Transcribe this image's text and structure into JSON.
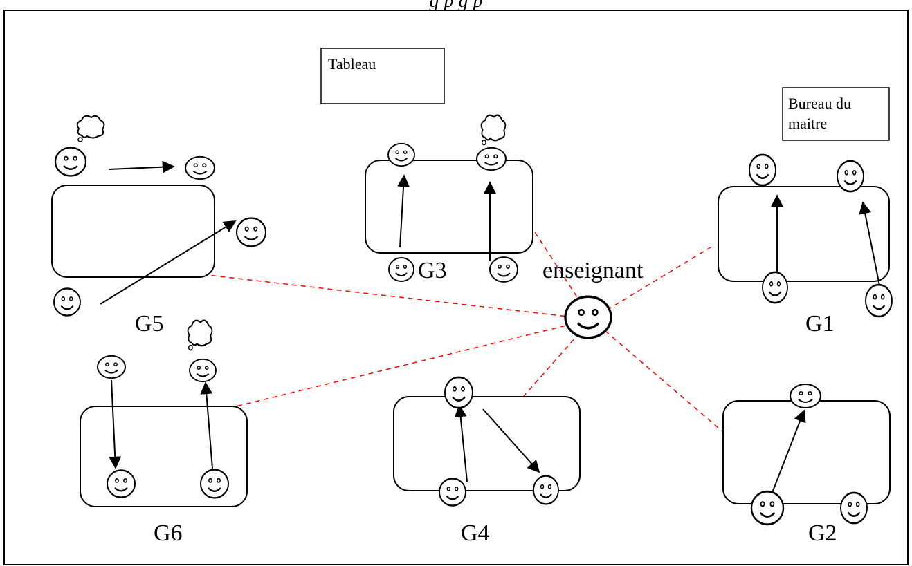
{
  "header": {
    "title_fragment": "g           p                                                                              g  p"
  },
  "furniture": {
    "board_label": "Tableau",
    "teacher_desk_label_line1": "Bureau du",
    "teacher_desk_label_line2": "maitre"
  },
  "teacher": {
    "label": "enseignant"
  },
  "groups": [
    {
      "id": "G1",
      "label": "G1"
    },
    {
      "id": "G2",
      "label": "G2"
    },
    {
      "id": "G3",
      "label": "G3"
    },
    {
      "id": "G4",
      "label": "G4"
    },
    {
      "id": "G5",
      "label": "G5"
    },
    {
      "id": "G6",
      "label": "G6"
    }
  ],
  "colors": {
    "line": "#000000",
    "teacher_link": "#ff0000",
    "background": "#ffffff"
  }
}
